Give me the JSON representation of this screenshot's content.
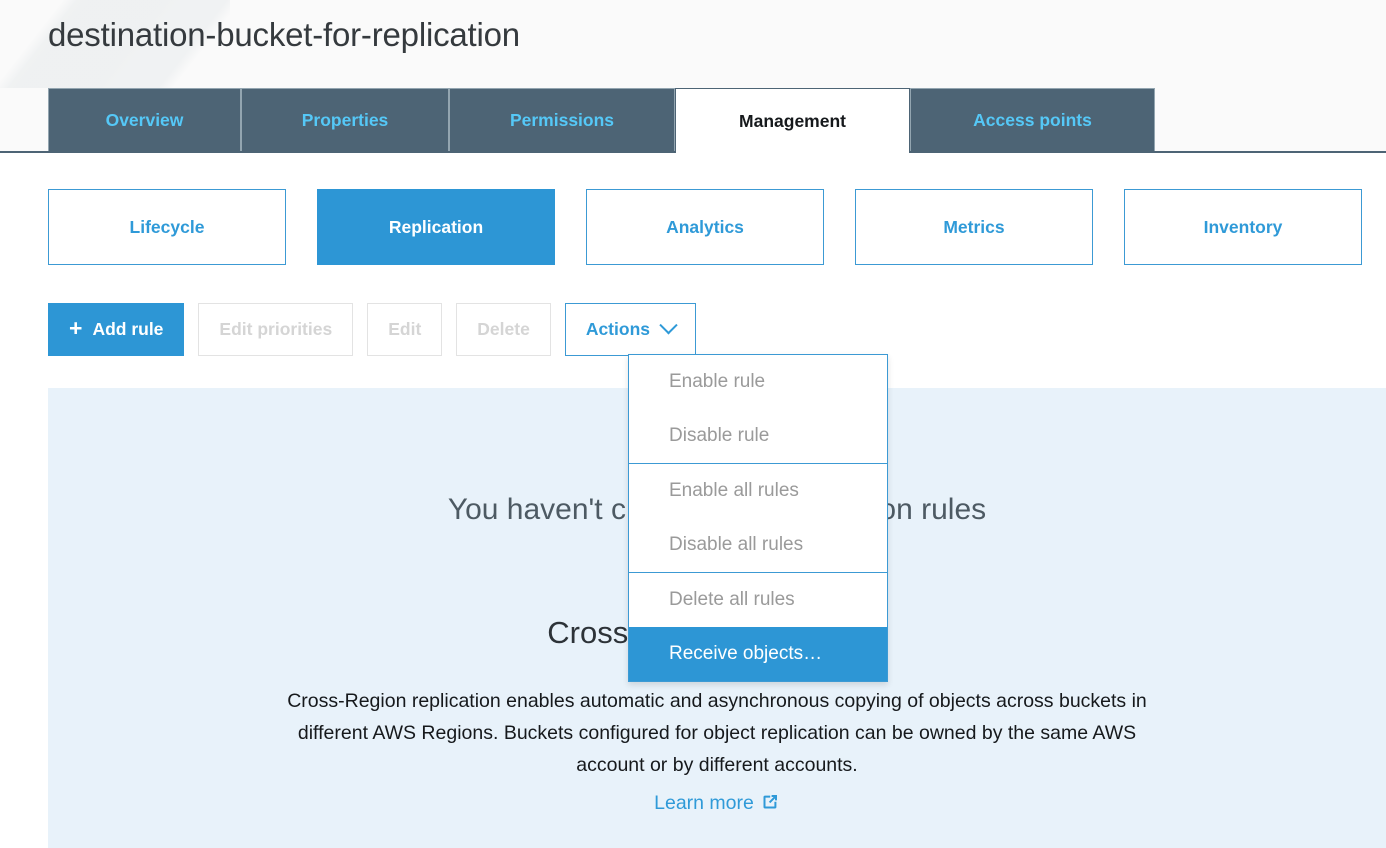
{
  "header": {
    "bucket_title": "destination-bucket-for-replication"
  },
  "tabs": [
    {
      "label": "Overview",
      "active": false
    },
    {
      "label": "Properties",
      "active": false
    },
    {
      "label": "Permissions",
      "active": false
    },
    {
      "label": "Management",
      "active": true
    },
    {
      "label": "Access points",
      "active": false
    }
  ],
  "subtabs": [
    {
      "label": "Lifecycle",
      "selected": false
    },
    {
      "label": "Replication",
      "selected": true
    },
    {
      "label": "Analytics",
      "selected": false
    },
    {
      "label": "Metrics",
      "selected": false
    },
    {
      "label": "Inventory",
      "selected": false
    }
  ],
  "toolbar": {
    "add_rule_label": "Add rule",
    "add_rule_icon": "plus-icon",
    "edit_priorities_label": "Edit priorities",
    "edit_label": "Edit",
    "delete_label": "Delete",
    "actions_label": "Actions",
    "actions_chevron_icon": "chevron-down-icon"
  },
  "dropdown": {
    "groups": [
      {
        "items": [
          {
            "label": "Enable rule",
            "state": "disabled"
          },
          {
            "label": "Disable rule",
            "state": "disabled"
          }
        ]
      },
      {
        "items": [
          {
            "label": "Enable all rules",
            "state": "disabled"
          },
          {
            "label": "Disable all rules",
            "state": "disabled"
          }
        ]
      },
      {
        "items": [
          {
            "label": "Delete all rules",
            "state": "disabled"
          },
          {
            "label": "Receive objects…",
            "state": "highlighted"
          }
        ]
      }
    ]
  },
  "panel": {
    "no_rules_text": "You haven't created any replication rules",
    "heading": "Cross-Region replication",
    "body": "Cross-Region replication enables automatic and asynchronous copying of objects across buckets in different AWS Regions. Buckets configured for object replication can be owned by the same AWS account or by different accounts.",
    "learn_more_label": "Learn more",
    "learn_more_icon": "external-link-icon"
  },
  "colors": {
    "accent_blue": "#2d96d5",
    "link_blue": "#2f9ad8",
    "tab_dark": "#4d6475",
    "tab_link": "#55c8f7",
    "panel_bg": "#e8f2fa",
    "disabled_text": "#d5d5d5",
    "menu_disabled_text": "#9a9a9a"
  }
}
